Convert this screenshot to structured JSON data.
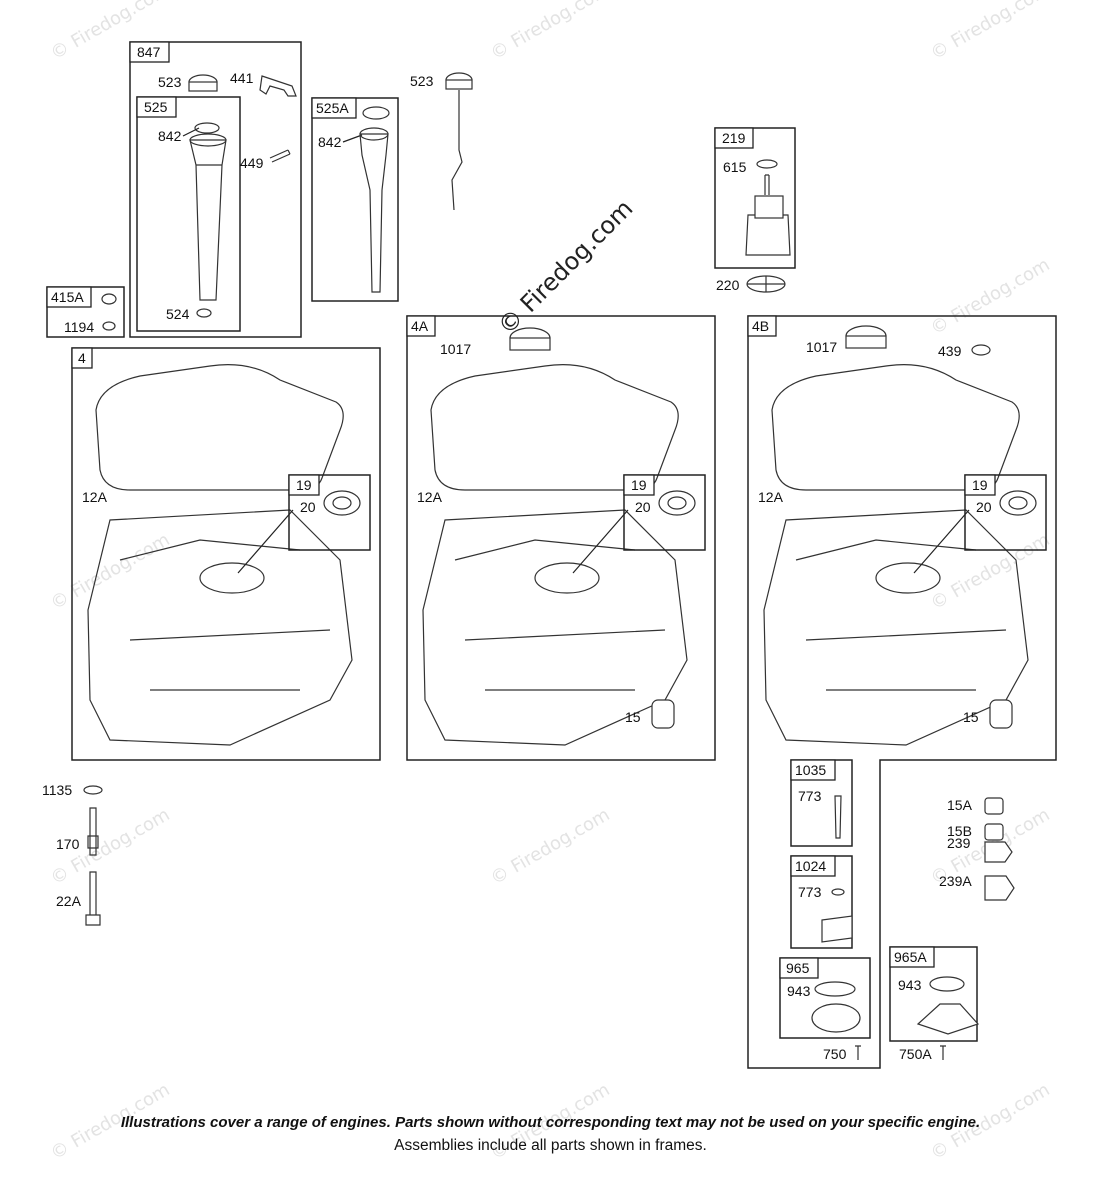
{
  "watermark": {
    "text": "© Firedog.com"
  },
  "footer": {
    "line1": "Illustrations cover a range of engines. Parts shown without corresponding text may not be used on your specific engine.",
    "line2": "Assemblies include all parts shown in frames."
  },
  "frames": {
    "f847": "847",
    "f525": "525",
    "f525A": "525A",
    "f415A": "415A",
    "f219": "219",
    "f4": "4",
    "f4A": "4A",
    "f4B": "4B",
    "f19a": "19",
    "f19b": "19",
    "f19c": "19",
    "f1035": "1035",
    "f1024": "1024",
    "f965": "965",
    "f965A": "965A"
  },
  "labels": {
    "l523a": "523",
    "l441": "441",
    "l842a": "842",
    "l449": "449",
    "l524": "524",
    "l842b": "842",
    "l523b": "523",
    "l1194": "1194",
    "l615": "615",
    "l220": "220",
    "l12Aa": "12A",
    "l20a": "20",
    "l1017a": "1017",
    "l12Ab": "12A",
    "l20b": "20",
    "l15a": "15",
    "l1017b": "1017",
    "l439": "439",
    "l12Ac": "12A",
    "l20c": "20",
    "l15b": "15",
    "l1135": "1135",
    "l170": "170",
    "l22A": "22A",
    "l773a": "773",
    "l773b": "773",
    "l15A": "15A",
    "l15B": "15B",
    "l239": "239",
    "l239A": "239A",
    "l943a": "943",
    "l750": "750",
    "l943b": "943",
    "l750A": "750A"
  }
}
